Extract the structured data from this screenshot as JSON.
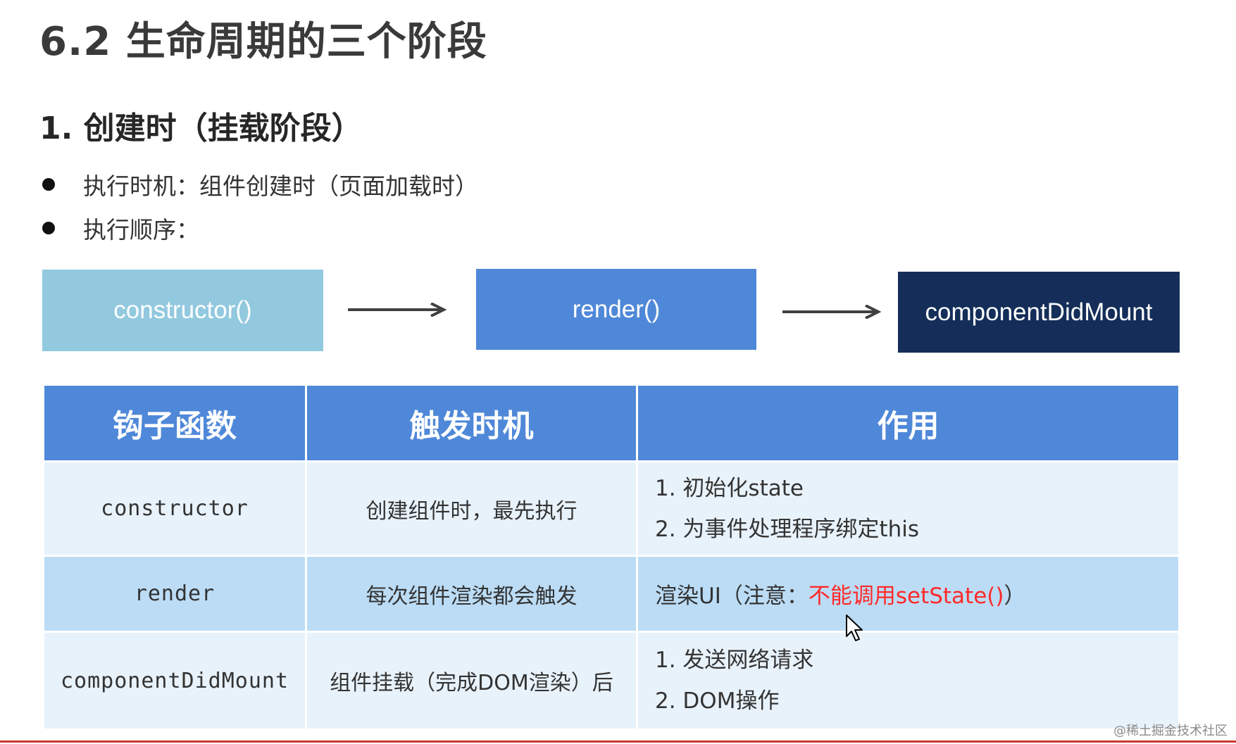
{
  "page": {
    "title": "6.2 生命周期的三个阶段",
    "section_title": "1. 创建时（挂载阶段）"
  },
  "bullets": [
    "执行时机：组件创建时（页面加载时）",
    "执行顺序："
  ],
  "flow": {
    "steps": [
      "constructor()",
      "render()",
      "componentDidMount"
    ],
    "colors": [
      "#92c9df",
      "#4f88d8",
      "#142e59"
    ]
  },
  "table": {
    "headers": [
      "钩子函数",
      "触发时机",
      "作用"
    ],
    "rows": [
      {
        "hook": "constructor",
        "trigger": "创建组件时，最先执行",
        "effect_lines": [
          "1. 初始化state",
          "2. 为事件处理程序绑定this"
        ]
      },
      {
        "hook": "render",
        "trigger": "每次组件渲染都会触发",
        "effect_prefix": "渲染UI（注意：",
        "effect_warning": "不能调用setState()",
        "effect_suffix": "）"
      },
      {
        "hook": "componentDidMount",
        "trigger": "组件挂载（完成DOM渲染）后",
        "effect_lines": [
          "1. 发送网络请求",
          "2. DOM操作"
        ]
      }
    ],
    "colors": {
      "header": "#4f88d8",
      "row_light": "#e8f2fb",
      "row_dark": "#bcdcf5",
      "warning_text": "#ff2a2a"
    }
  },
  "watermark": "@稀土掘金技术社区"
}
